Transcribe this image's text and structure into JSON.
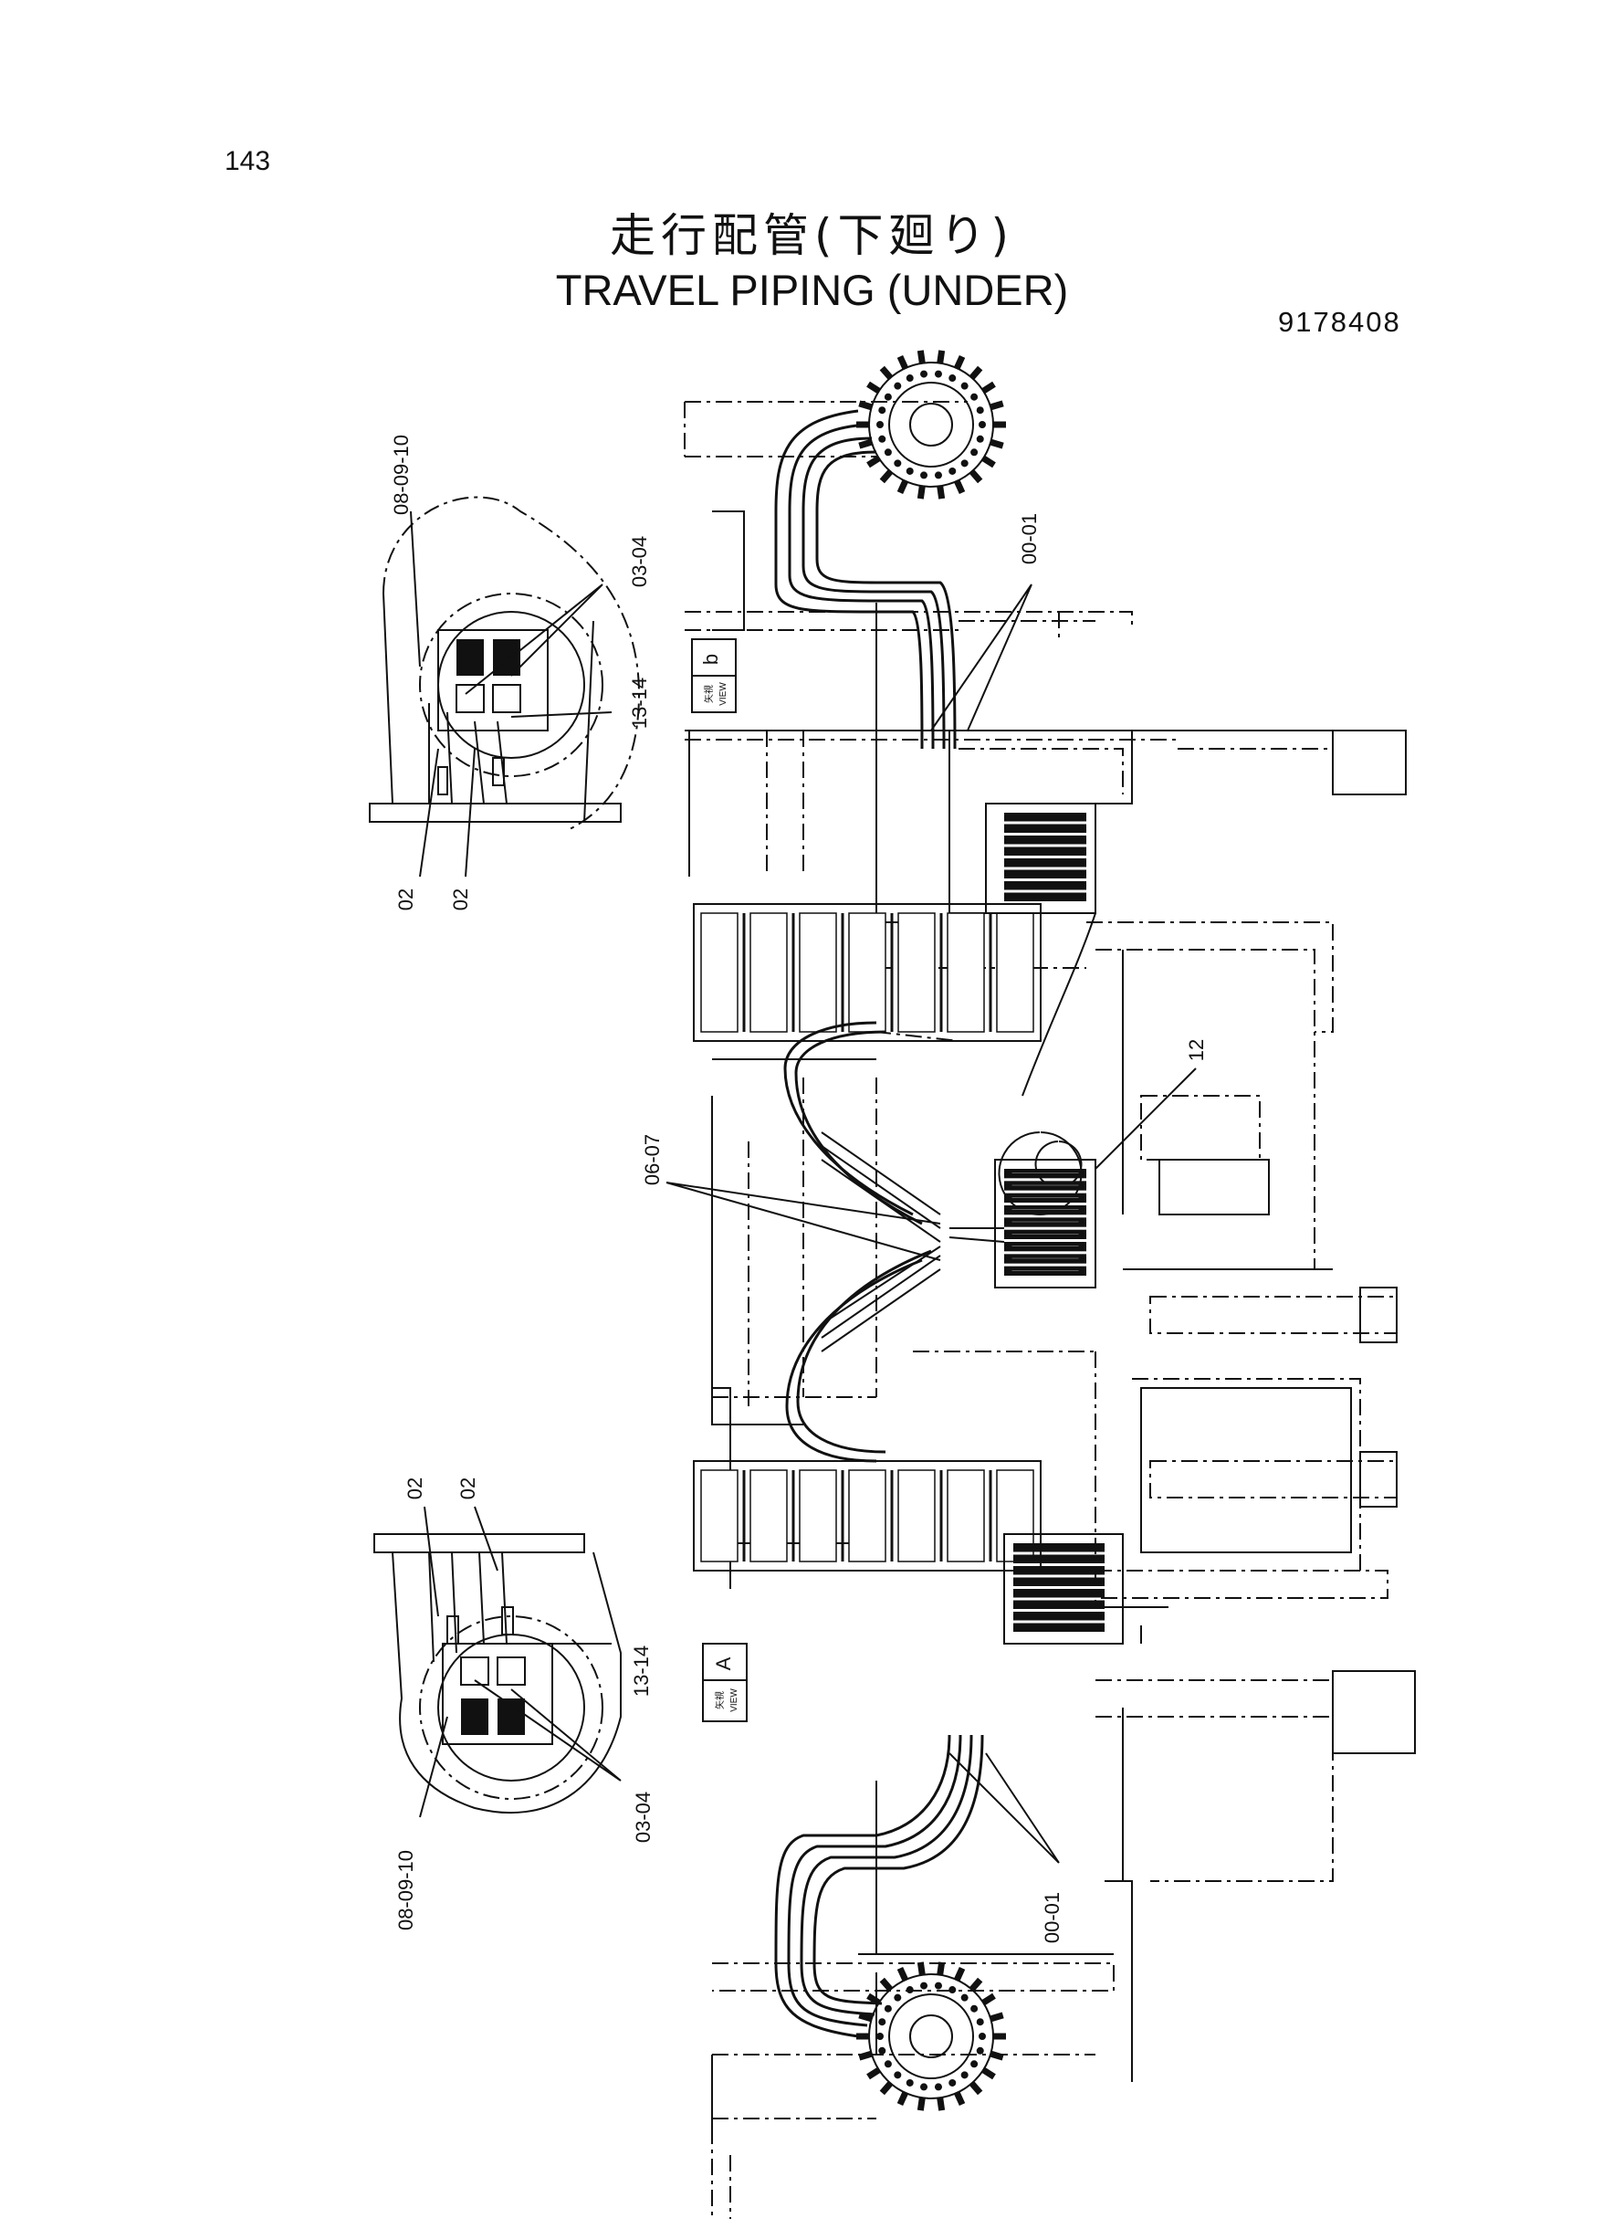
{
  "page_number": "143",
  "title_jp": "走行配管(下廻り)",
  "title_en": "TRAVEL PIPING (UNDER)",
  "part_number": "9178408",
  "view_labels": {
    "view_b_letter": "b",
    "view_a_letter": "A",
    "view_jp": "矢視",
    "view_en": "VIEW"
  },
  "callouts": {
    "top_detail": [
      "08-09-10",
      "03-04",
      "13-14",
      "02",
      "02"
    ],
    "bottom_detail": [
      "02",
      "02",
      "13-14",
      "03-04",
      "08-09-10"
    ],
    "main_top": "00-01",
    "main_center_left": "06-07",
    "main_center_right": "12",
    "main_bottom": "00-01"
  }
}
